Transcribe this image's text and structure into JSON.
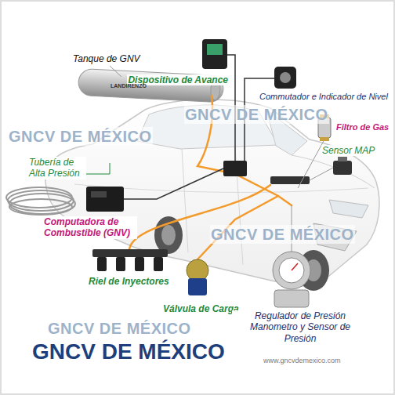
{
  "diagram": {
    "labels": [
      "Tanque de GNV",
      "Dispositivo de Avance",
      "Commutador e Indicador de Nivel",
      "GNCV DE MÉXICO",
      "Filtro de Gas",
      "GNCV DE MÉXICO",
      "LANDIRENZO",
      "Sensor MAP",
      "Tubería de Alta Presión",
      "Computadora de Combustible (GNV)",
      "GNCV DE MÉXICO",
      "Riel de Inyectores",
      "Válvula de Carga",
      "Regulador de Presión Manometro y Sensor de Presión",
      "GNCV DE MÉXICO",
      "GNCV DE MÉXICO",
      "www.gncvdemexico.com"
    ]
  }
}
